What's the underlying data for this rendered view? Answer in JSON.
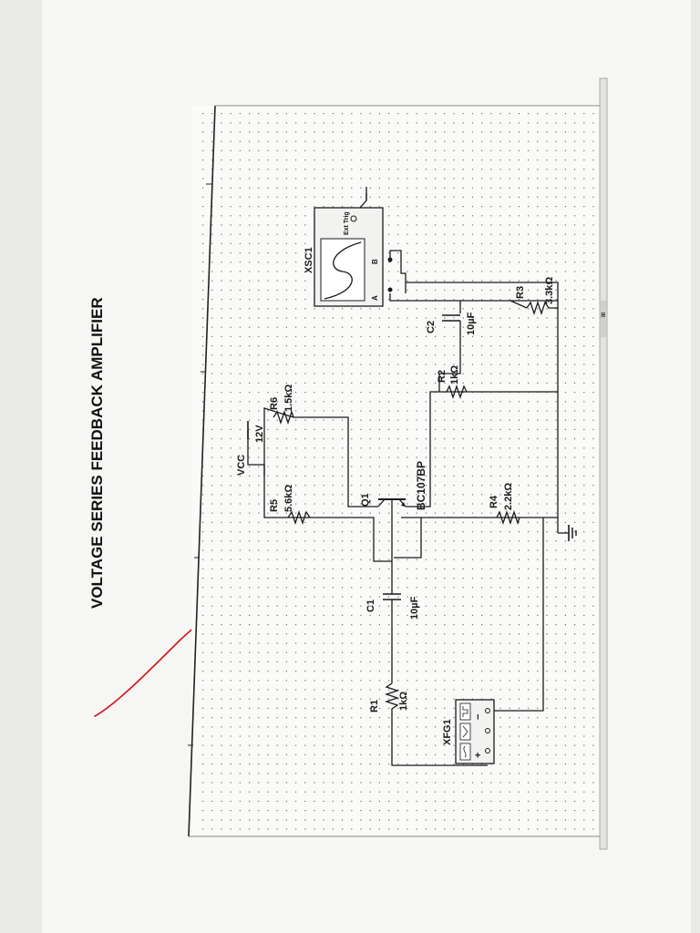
{
  "title": "VOLTAGE SERIES FEEDBACK AMPLIFIER",
  "components": {
    "vcc": {
      "name": "VCC",
      "value": "12V"
    },
    "r1": {
      "name": "R1",
      "value": "1kΩ"
    },
    "r2": {
      "name": "R2",
      "value": "1kΩ"
    },
    "r3": {
      "name": "R3",
      "value": "3.3kΩ"
    },
    "r4": {
      "name": "R4",
      "value": "2.2kΩ"
    },
    "r5": {
      "name": "R5",
      "value": "5.6kΩ"
    },
    "r6": {
      "name": "R6",
      "value": "1.5kΩ"
    },
    "c1": {
      "name": "C1",
      "value": "10µF"
    },
    "c2": {
      "name": "C2",
      "value": "10µF"
    },
    "q1": {
      "name": "Q1",
      "value": "BC107BP"
    },
    "xfg1": {
      "name": "XFG1",
      "plus": "+",
      "minus": "−"
    },
    "xsc1": {
      "name": "XSC1",
      "a": "A",
      "b": "B",
      "trig": "Ext Trig"
    }
  },
  "scrollbar": {
    "marker": "III"
  },
  "colors": {
    "ink": "#1b1b1b",
    "annotation": "#d0141e",
    "paper": "#f6f6f4"
  }
}
